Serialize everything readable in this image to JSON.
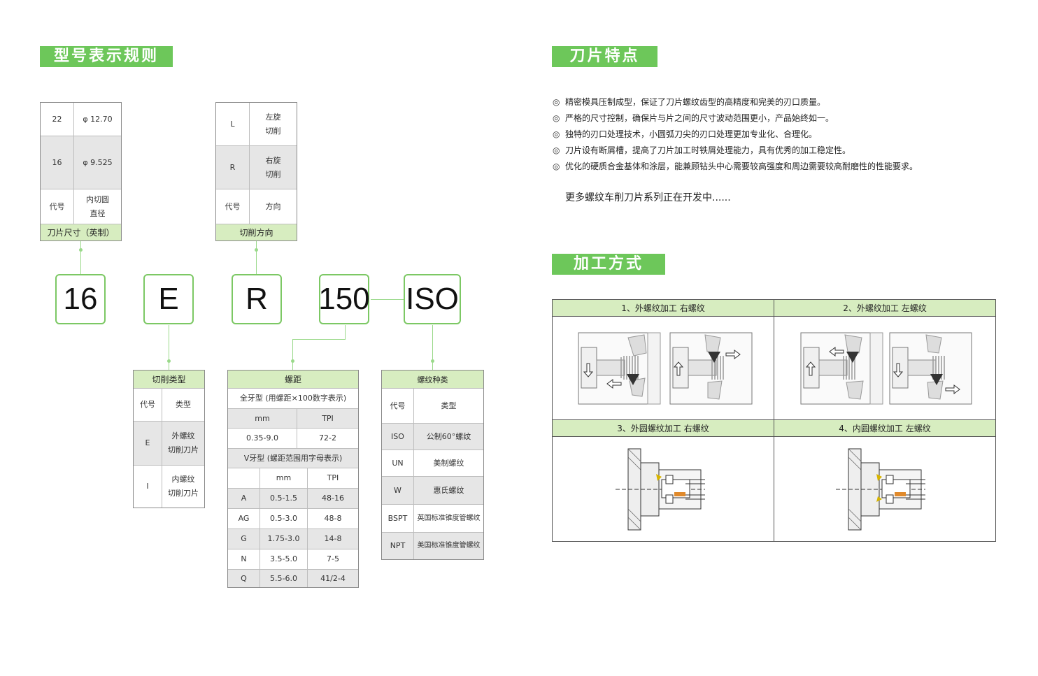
{
  "left": {
    "title": "型号表示规则",
    "size_table": {
      "rows": [
        {
          "code": "22",
          "value": "φ 12.70"
        },
        {
          "code": "16",
          "value": "φ 9.525"
        }
      ],
      "header_code": "代号",
      "header_value_1": "内切圆",
      "header_value_2": "直径",
      "caption": "刀片尺寸（英制）"
    },
    "direction_table": {
      "rows": [
        {
          "code": "L",
          "v1": "左旋",
          "v2": "切削"
        },
        {
          "code": "R",
          "v1": "右旋",
          "v2": "切削"
        }
      ],
      "header_code": "代号",
      "header_value": "方向",
      "caption": "切削方向"
    },
    "codes": [
      "16",
      "E",
      "R",
      "150",
      "ISO"
    ],
    "cut_type_table": {
      "caption": "切削类型",
      "header_code": "代号",
      "header_value": "类型",
      "rows": [
        {
          "code": "E",
          "v1": "外螺纹",
          "v2": "切削刀片"
        },
        {
          "code": "I",
          "v1": "内螺纹",
          "v2": "切削刀片"
        }
      ]
    },
    "pitch_table": {
      "caption": "螺距",
      "full_label": "全牙型 (用螺距×100数字表示)",
      "col_mm": "mm",
      "col_tpi": "TPI",
      "full_row": {
        "mm": "0.35-9.0",
        "tpi": "72-2"
      },
      "v_label": "V牙型 (螺距范围用字母表示)",
      "v_rows": [
        {
          "code": "A",
          "mm": "0.5-1.5",
          "tpi": "48-16"
        },
        {
          "code": "AG",
          "mm": "0.5-3.0",
          "tpi": "48-8"
        },
        {
          "code": "G",
          "mm": "1.75-3.0",
          "tpi": "14-8"
        },
        {
          "code": "N",
          "mm": "3.5-5.0",
          "tpi": "7-5"
        },
        {
          "code": "Q",
          "mm": "5.5-6.0",
          "tpi": "41/2-4"
        }
      ]
    },
    "thread_table": {
      "caption": "螺纹种类",
      "header_code": "代号",
      "header_value": "类型",
      "rows": [
        {
          "code": "ISO",
          "value": "公制60°螺纹"
        },
        {
          "code": "UN",
          "value": "美制螺纹"
        },
        {
          "code": "W",
          "value": "惠氏螺纹"
        },
        {
          "code": "BSPT",
          "value": "英国标准锥度管螺纹"
        },
        {
          "code": "NPT",
          "value": "美国标准锥度管螺纹"
        }
      ]
    }
  },
  "right": {
    "features_title": "刀片特点",
    "bullet": "◎",
    "features": [
      "精密模具压制成型，保证了刀片螺纹齿型的高精度和完美的刃口质量。",
      "严格的尺寸控制，确保片与片之间的尺寸波动范围更小，产品始终如一。",
      "独特的刃口处理技术，小圆弧刀尖的刃口处理更加专业化、合理化。",
      "刀片设有断屑槽，提高了刀片加工时铁屑处理能力，具有优秀的加工稳定性。",
      "优化的硬质合金基体和涂层，能兼顾钻头中心需要较高强度和周边需要较高耐磨性的性能要求。"
    ],
    "more_text": "更多螺纹车削刀片系列正在开发中......",
    "process_title": "加工方式",
    "process_cells": [
      "1、外螺纹加工  右螺纹",
      "2、外螺纹加工  左螺纹",
      "3、外圆螺纹加工  右螺纹",
      "4、内圆螺纹加工  左螺纹"
    ]
  }
}
